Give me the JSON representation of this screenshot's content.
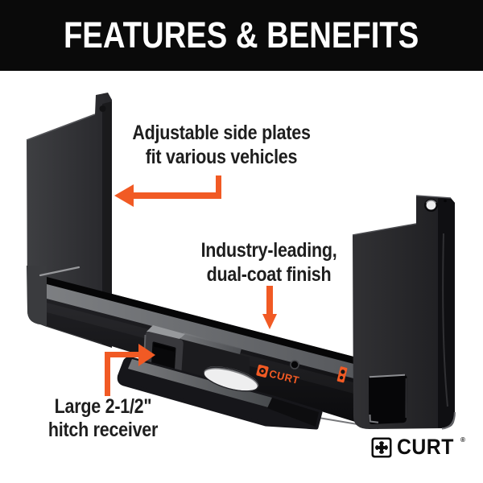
{
  "colors": {
    "brand_orange": "#f15a24",
    "header_bg": "#0a0a0a",
    "text": "#1e1e1e"
  },
  "header": {
    "title": "FEATURES & BENEFITS"
  },
  "annotations": [
    {
      "id": "side-plates",
      "lines": [
        "Adjustable side plates",
        "fit various vehicles"
      ]
    },
    {
      "id": "finish",
      "lines": [
        "Industry-leading,",
        "dual-coat finish"
      ]
    },
    {
      "id": "receiver",
      "lines": [
        "Large 2-1/2\"",
        "hitch receiver"
      ]
    }
  ],
  "product": {
    "beam_sticker_text": "CURT"
  },
  "footer_logo": {
    "text": "CURT",
    "registered_mark": "®"
  }
}
